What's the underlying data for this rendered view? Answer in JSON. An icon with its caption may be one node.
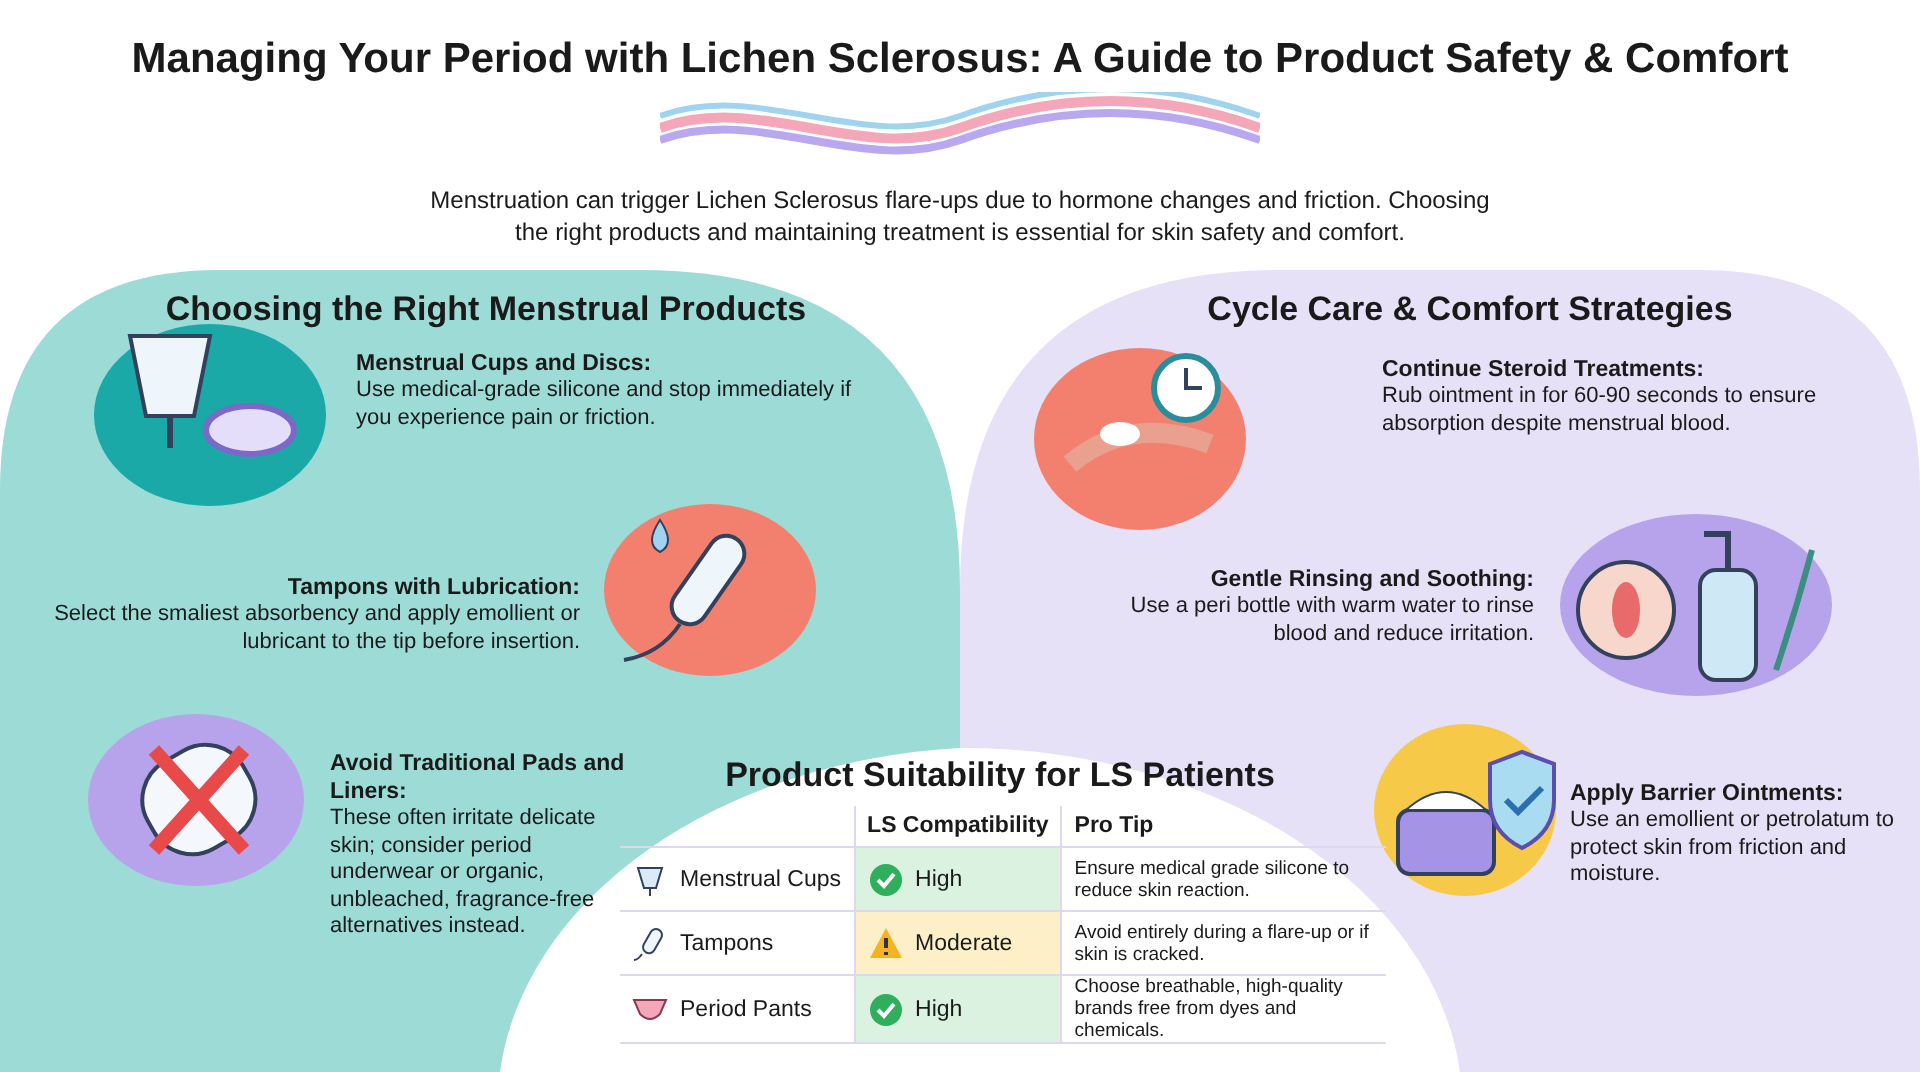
{
  "diagram": {
    "title": "Managing Your Period with Lichen Sclerosus: A Guide to Product Safety & Comfort",
    "nodes": [
      {
        "text": [
          "Choosing the Right Menstrual Products"
        ]
      },
      {
        "text": [
          "Menstrual Cups and Discs:",
          "Use medical-grade silicone and stop immediately if you experience pain or friction."
        ],
        "in": 0
      },
      {
        "text": [
          "Tampons with Lubrication:",
          "Select the smaliest absorbency and apply emollient or lubricant to the tip before insertion."
        ],
        "in": 0
      },
      {
        "text": [
          "Avoid Traditional Pads and Liners:",
          "These often irritate delicate skin; consider period underwear or organic, unbleached, fragrance-free alternatives instead."
        ],
        "in": 0
      },
      {
        "text": [
          "Cycle Care & Comfort Strategies"
        ]
      },
      {
        "text": [
          "Continue Steroid Treatments:",
          "Rub ointment in for 60-90 seconds to ensure absorption despite menstrual blood."
        ],
        "in": 4
      },
      {
        "text": [
          "Gentle Rinsing and Soothing:",
          "Use a peri bottle with warm water to rinse blood and reduce irritation."
        ],
        "in": 4
      },
      {
        "text": [
          "Apply Barrier Ointments:",
          "Use an emollient or petrolatum to protect skin from friction and moisture."
        ],
        "in": 4
      },
      {
        "text": [
          "Product Suitability for LS Patients"
        ]
      }
    ],
    "labels": [
      "Menstruation can trigger Lichen Sclerosus flare-ups due to hormone changes and friction. Choosing the right products and maintaining treatment is essential for skin safety and comfort.",
      "LS Compatibility",
      "Pro Tip",
      "Menstrual Cups",
      "High",
      "Ensure medical grade silicone to reduce skin reaction.",
      "Tampons",
      "Moderate",
      "Avoid entirely during a flare-up or if skin is cracked.",
      "Period Pants",
      "High",
      "Choose breathable, high-quality brands free from dyes and chemicals."
    ]
  }
}
